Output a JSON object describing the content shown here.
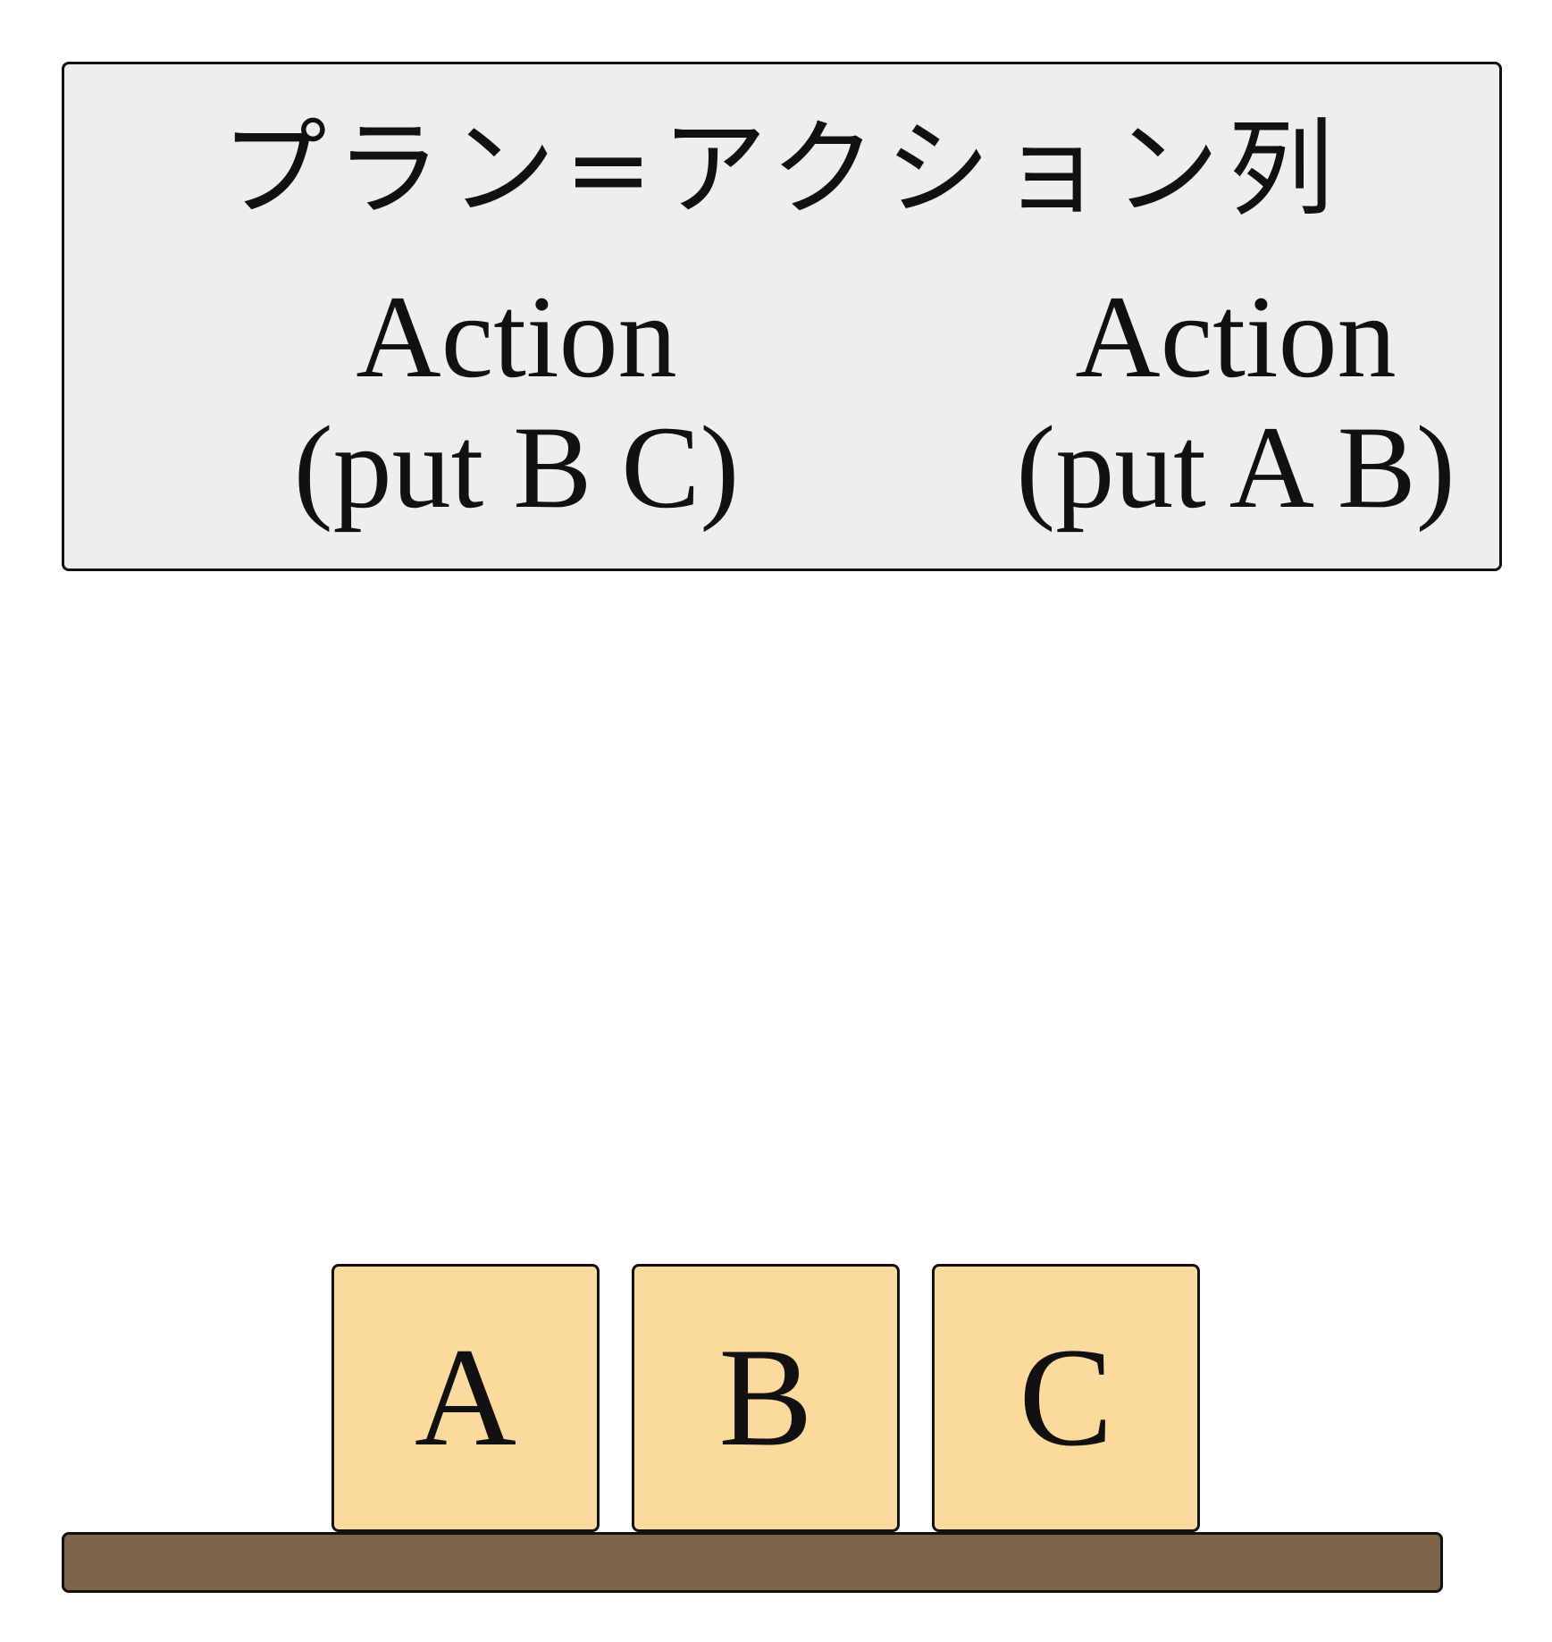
{
  "plan_panel": {
    "title": "プラン=アクション列",
    "actions": [
      {
        "label": "Action",
        "operation": "(put B C)"
      },
      {
        "label": "Action",
        "operation": "(put A B)"
      }
    ]
  },
  "blocks": [
    {
      "label": "A"
    },
    {
      "label": "B"
    },
    {
      "label": "C"
    }
  ],
  "colors": {
    "panel_background": "#eeeeee",
    "block_fill": "#fcd99c",
    "table_fill": "#7d6347",
    "outline": "#111111"
  }
}
